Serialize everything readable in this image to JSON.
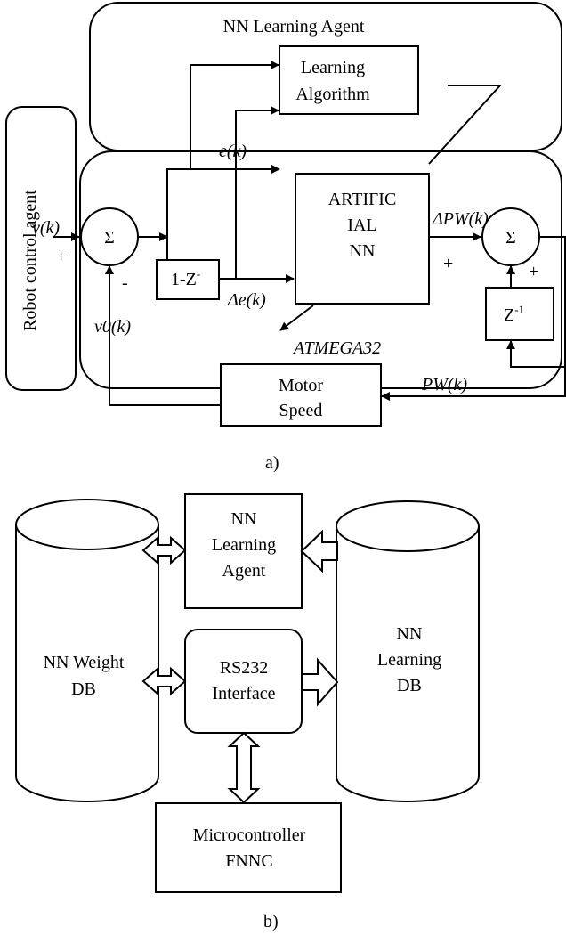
{
  "figure_a": {
    "nn_agent_title": "NN Learning Agent",
    "learning_algorithm_line1": "Learning",
    "learning_algorithm_line2": "Algorithm",
    "robot_control_agent": "Robot control agent",
    "input_v": "v(k)",
    "plus_input": "+",
    "sum_symbol": "Σ",
    "minus": "-",
    "feedback_v0": "v0(k)",
    "delay_block": "1-Z",
    "delay_exp": "-",
    "error_e": "e(k)",
    "delta_e": "Δe(k)",
    "ann_line1": "ARTIFIC",
    "ann_line2": "IAL",
    "ann_line3": "NN",
    "delta_pw": "ΔPW(k)",
    "plus_pw": "+",
    "sum2_symbol": "Σ",
    "plus_z": "+",
    "z_block": "Z",
    "z_exp": "-1",
    "atmega": "ATMEGA32",
    "motor_line1": "Motor",
    "motor_line2": "Speed",
    "pw_label": "PW(k)",
    "caption": "a)"
  },
  "figure_b": {
    "weight_db_line1": "NN Weight",
    "weight_db_line2": "DB",
    "agent_line1": "NN",
    "agent_line2": "Learning",
    "agent_line3": "Agent",
    "learning_db_line1": "NN",
    "learning_db_line2": "Learning",
    "learning_db_line3": "DB",
    "rs232_line1": "RS232",
    "rs232_line2": "Interface",
    "mcu_line1": "Microcontroller",
    "mcu_line2": "FNNC",
    "caption": "b)"
  }
}
